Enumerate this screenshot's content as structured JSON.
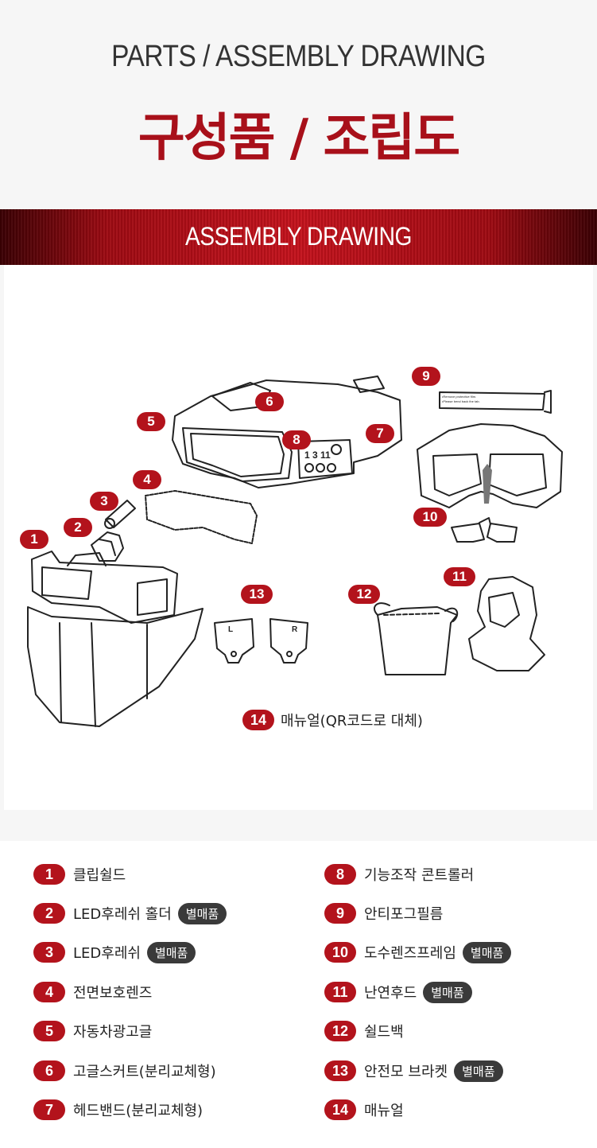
{
  "header": {
    "title_en": "PARTS / ASSEMBLY DRAWING",
    "title_kr": "구성품 / 조립도",
    "banner": "ASSEMBLY DRAWING"
  },
  "drawing": {
    "callouts": [
      "1",
      "2",
      "3",
      "4",
      "5",
      "6",
      "7",
      "8",
      "9",
      "10",
      "11",
      "12",
      "13",
      "14"
    ],
    "manual_note_number": "14",
    "manual_note_label": "매뉴얼(QR코드로 대체)",
    "controller_display": "1 3 11",
    "bracket_left": "L",
    "bracket_right": "R",
    "film_line1": "•Remove protective film.",
    "film_line2": "•Please bend back the tab."
  },
  "parts": {
    "badge_label": "별매품",
    "left": [
      {
        "num": "1",
        "label": "클립쉴드",
        "badge": false
      },
      {
        "num": "2",
        "label": "LED후레쉬 홀더",
        "badge": true
      },
      {
        "num": "3",
        "label": "LED후레쉬",
        "badge": true
      },
      {
        "num": "4",
        "label": "전면보호렌즈",
        "badge": false
      },
      {
        "num": "5",
        "label": "자동차광고글",
        "badge": false
      },
      {
        "num": "6",
        "label": "고글스커트(분리교체형)",
        "badge": false
      },
      {
        "num": "7",
        "label": "헤드밴드(분리교체형)",
        "badge": false
      }
    ],
    "right": [
      {
        "num": "8",
        "label": "기능조작 콘트롤러",
        "badge": false
      },
      {
        "num": "9",
        "label": "안티포그필름",
        "badge": false
      },
      {
        "num": "10",
        "label": "도수렌즈프레임",
        "badge": true
      },
      {
        "num": "11",
        "label": "난연후드",
        "badge": true
      },
      {
        "num": "12",
        "label": "쉴드백",
        "badge": false
      },
      {
        "num": "13",
        "label": "안전모 브라켓",
        "badge": true
      },
      {
        "num": "14",
        "label": "매뉴얼",
        "badge": false
      }
    ]
  },
  "colors": {
    "accent": "#b3131c",
    "title_red": "#a8101a",
    "badge_bg": "#3a3a3a"
  }
}
